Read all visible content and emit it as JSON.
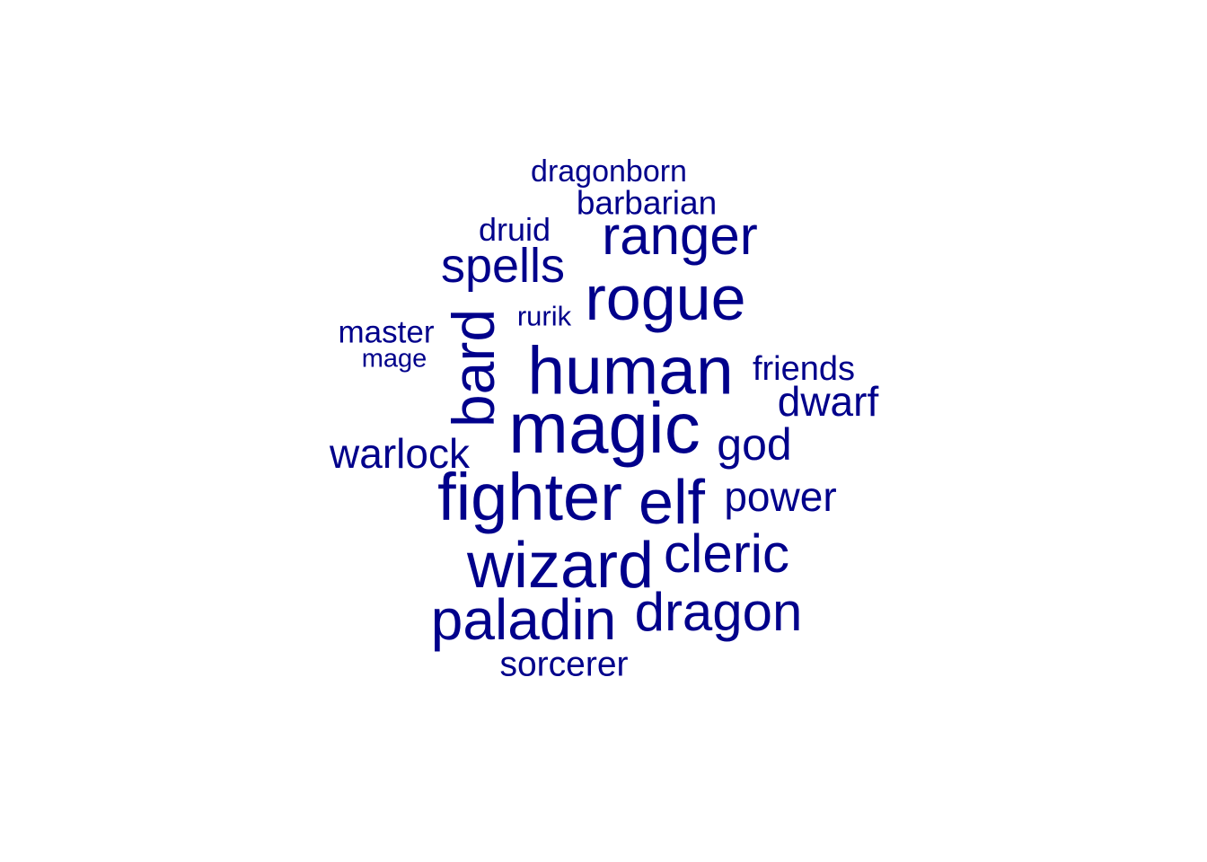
{
  "word_cloud": {
    "color": "#00008B",
    "words": [
      {
        "text": "dragonborn",
        "orientation": "horizontal"
      },
      {
        "text": "barbarian",
        "orientation": "horizontal"
      },
      {
        "text": "druid",
        "orientation": "horizontal"
      },
      {
        "text": "ranger",
        "orientation": "horizontal"
      },
      {
        "text": "spells",
        "orientation": "horizontal"
      },
      {
        "text": "rogue",
        "orientation": "horizontal"
      },
      {
        "text": "rurik",
        "orientation": "horizontal"
      },
      {
        "text": "master",
        "orientation": "horizontal"
      },
      {
        "text": "mage",
        "orientation": "horizontal"
      },
      {
        "text": "bard",
        "orientation": "vertical"
      },
      {
        "text": "human",
        "orientation": "horizontal"
      },
      {
        "text": "friends",
        "orientation": "horizontal"
      },
      {
        "text": "dwarf",
        "orientation": "horizontal"
      },
      {
        "text": "magic",
        "orientation": "horizontal"
      },
      {
        "text": "god",
        "orientation": "horizontal"
      },
      {
        "text": "warlock",
        "orientation": "horizontal"
      },
      {
        "text": "fighter",
        "orientation": "horizontal"
      },
      {
        "text": "elf",
        "orientation": "horizontal"
      },
      {
        "text": "power",
        "orientation": "horizontal"
      },
      {
        "text": "cleric",
        "orientation": "horizontal"
      },
      {
        "text": "wizard",
        "orientation": "horizontal"
      },
      {
        "text": "dragon",
        "orientation": "horizontal"
      },
      {
        "text": "paladin",
        "orientation": "horizontal"
      },
      {
        "text": "sorcerer",
        "orientation": "horizontal"
      }
    ]
  }
}
